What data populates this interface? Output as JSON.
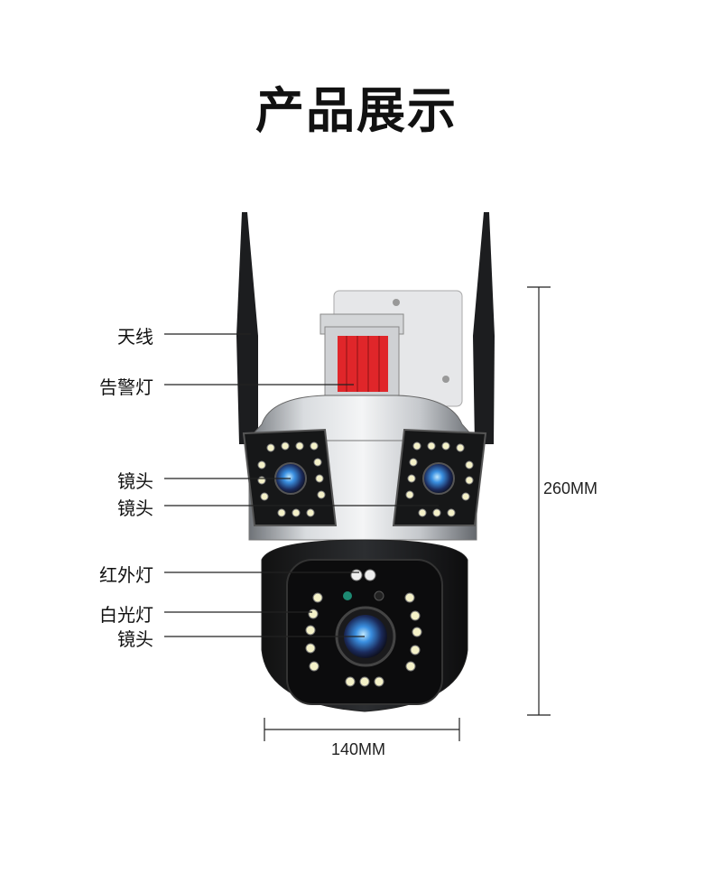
{
  "title": "产品展示",
  "labels": {
    "antenna": "天线",
    "alarm_light": "告警灯",
    "lens_1": "镜头",
    "lens_2": "镜头",
    "ir_light": "红外灯",
    "white_light": "白光灯",
    "lens_3": "镜头"
  },
  "dimensions": {
    "height": "260MM",
    "width": "140MM"
  }
}
